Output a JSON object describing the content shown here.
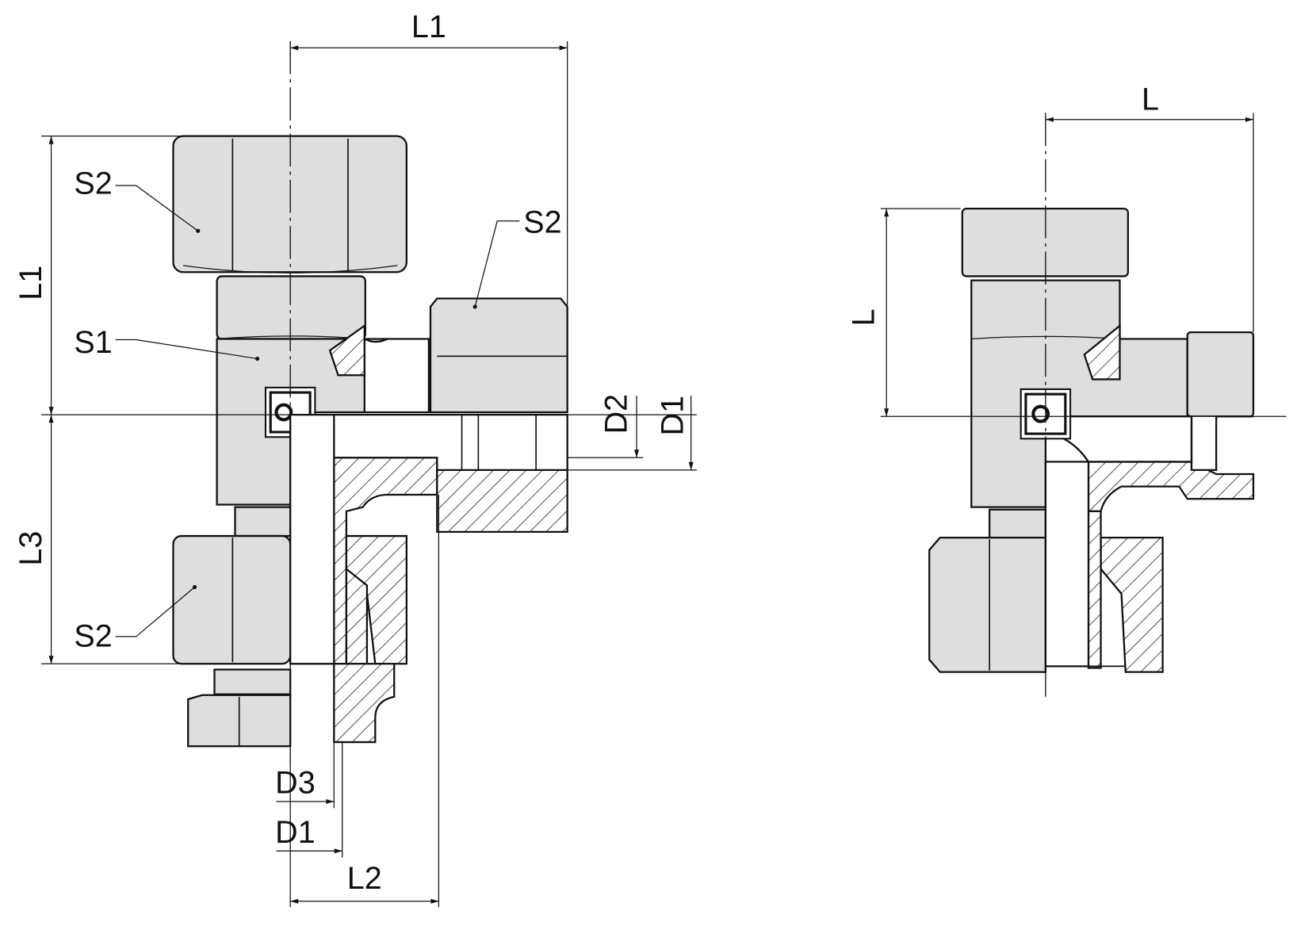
{
  "drawing": {
    "left_view": {
      "dims": {
        "L1_top": "L1",
        "L1_side": "L1",
        "L3": "L3",
        "L2": "L2",
        "D2": "D2",
        "D1_right": "D1",
        "D3": "D3",
        "D1_bottom": "D1"
      },
      "callouts": {
        "S2_top": "S2",
        "S1": "S1",
        "S2_branch": "S2",
        "S2_bottom": "S2"
      }
    },
    "right_view": {
      "dims": {
        "L_top": "L",
        "L_side": "L"
      }
    }
  },
  "colors": {
    "body_fill": "#dedede",
    "line": "#111111"
  }
}
